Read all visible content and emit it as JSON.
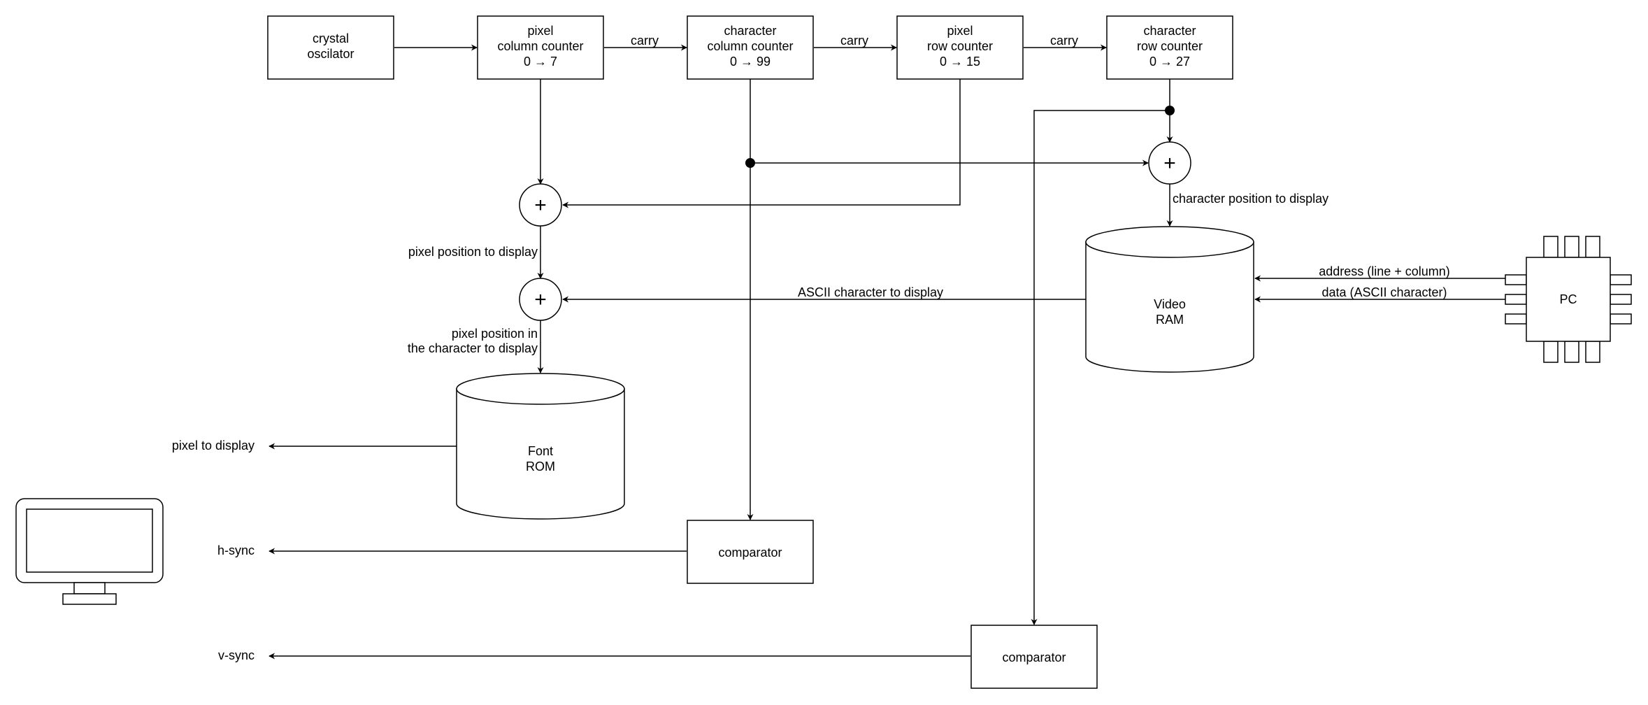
{
  "blocks": {
    "oscillator": {
      "lines": [
        "crystal",
        "oscilator"
      ]
    },
    "pixel_col_counter": {
      "lines": [
        "pixel",
        "column counter",
        "0 → 7"
      ]
    },
    "char_col_counter": {
      "lines": [
        "character",
        "column counter",
        "0 → 99"
      ]
    },
    "pixel_row_counter": {
      "lines": [
        "pixel",
        "row counter",
        "0 → 15"
      ]
    },
    "char_row_counter": {
      "lines": [
        "character",
        "row counter",
        "0 → 27"
      ]
    },
    "video_ram": {
      "lines": [
        "Video",
        "RAM"
      ]
    },
    "font_rom": {
      "lines": [
        "Font",
        "ROM"
      ]
    },
    "comparator_h": {
      "label": "comparator"
    },
    "comparator_v": {
      "label": "comparator"
    },
    "pc": {
      "label": "PC"
    }
  },
  "labels": {
    "carry_1": "carry",
    "carry_2": "carry",
    "carry_3": "carry",
    "pixel_position": "pixel position to display",
    "pixel_position_in_char": [
      "pixel position in",
      "the character to display"
    ],
    "char_position": "character position to display",
    "ascii_char": "ASCII character to display",
    "address": "address (line + column)",
    "data": "data (ASCII character)",
    "pixel_out": "pixel to display",
    "hsync": "h-sync",
    "vsync": "v-sync"
  },
  "adder_symbol": "+",
  "icons": {
    "monitor": "monitor-icon",
    "chip": "chip-icon"
  }
}
